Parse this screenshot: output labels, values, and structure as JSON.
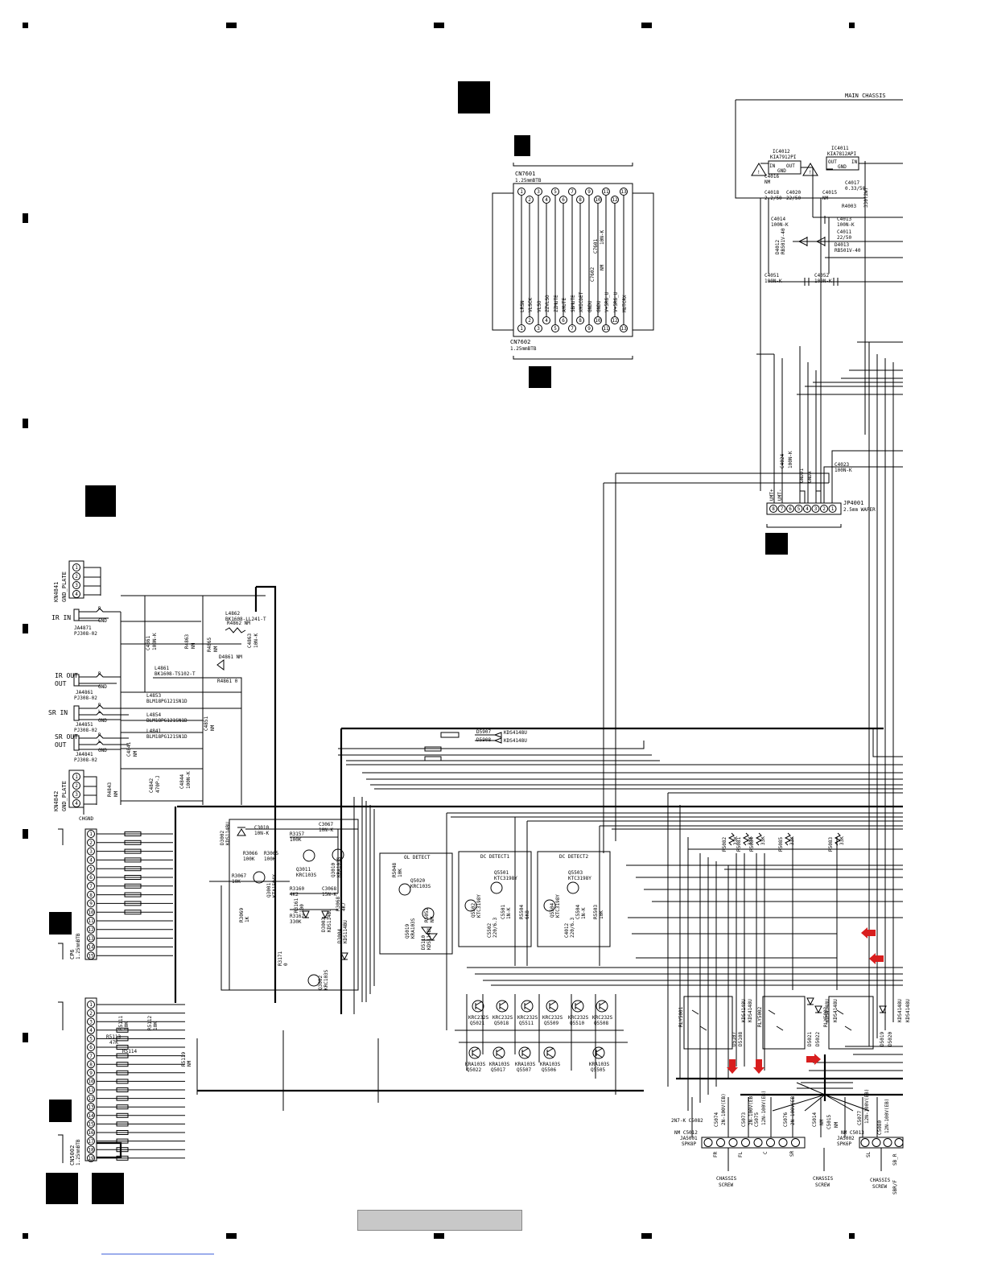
{
  "diagram": {
    "main_chassis": "MAIN CHASSIS",
    "cn7601": {
      "name": "CN7601",
      "type": "1.25mmBTB"
    },
    "cn7602": {
      "name": "CN7602",
      "type": "1.25mmBTB"
    },
    "cn7601_odd_pins": [
      "1",
      "3",
      "5",
      "7",
      "9",
      "11",
      "13"
    ],
    "cn7601_even_pins": [
      "2",
      "4",
      "6",
      "8",
      "10",
      "12"
    ],
    "cn7602_odd_pins": [
      "1",
      "3",
      "5",
      "7",
      "9",
      "11",
      "13"
    ],
    "cn7602_even_pins": [
      "2",
      "4",
      "6",
      "8",
      "10",
      "12"
    ],
    "cn76_signals": [
      "LRSN",
      "VLSCK",
      "VLSO",
      "ZZVLSO",
      "ZZMUTE",
      "AMUTE",
      "SBMUTE",
      "XMICDET",
      "GNDU",
      "GNDU",
      "V+5R6_U",
      "V+5R6_U",
      "MUTCRX"
    ],
    "cn76_parts": [
      "C7601",
      "10N-K",
      "C7602",
      "NM"
    ],
    "ic4012": {
      "name": "IC4012",
      "part": "KIA7912PI",
      "in": "IN",
      "out": "OUT",
      "gnd": "GND"
    },
    "ic4011": {
      "name": "IC4011",
      "part": "KIA7812API",
      "in": "IN",
      "out": "OUT",
      "gnd": "GND"
    },
    "power_parts": [
      {
        "ref": "C4016",
        "val": "NM"
      },
      {
        "ref": "C4018",
        "val": "2.2/50"
      },
      {
        "ref": "C4020",
        "val": "22/50"
      },
      {
        "ref": "C4015",
        "val": "NM"
      },
      {
        "ref": "C4017",
        "val": "0.33/50"
      },
      {
        "ref": "R4003",
        "val": "330(2W)"
      },
      {
        "ref": "C4014",
        "val": "100N-K"
      },
      {
        "ref": "C4013",
        "val": "100N-K"
      },
      {
        "ref": "C4011",
        "val": "22/50"
      },
      {
        "ref": "D4012",
        "val": "RB501V-40"
      },
      {
        "ref": "D4013",
        "val": "RB501V-40"
      },
      {
        "ref": "C4051",
        "val": "100N-K"
      },
      {
        "ref": "C4052",
        "val": "100N-K"
      },
      {
        "ref": "C4024",
        "val": "100N-K"
      },
      {
        "ref": "C4023",
        "val": "100N-K"
      }
    ],
    "jp4001": {
      "name": "JP4001",
      "type": "2.5mm WAFER",
      "pins": [
        "8",
        "7",
        "6",
        "5",
        "4",
        "3",
        "2",
        "1"
      ],
      "signals": [
        "UMT+",
        "UMT-",
        "GNDA",
        "GNDD1"
      ]
    },
    "kn4841": {
      "name": "KN4841",
      "desc": "GND_PLATE",
      "pins": [
        "1",
        "2",
        "3",
        "4"
      ]
    },
    "kn4842": {
      "name": "KN4842",
      "desc": "GND_PLATE",
      "pins": [
        "1",
        "2",
        "3",
        "4"
      ]
    },
    "ir_in": {
      "label": "IR IN",
      "jack": "JA4871",
      "part": "PJ308-02"
    },
    "ir_out": {
      "label": "IR OUT",
      "jack": "JA4861",
      "part": "PJ308-02"
    },
    "sr_in": {
      "label": "SR IN",
      "jack": "JA4851",
      "part": "PJ308-02"
    },
    "sr_out": {
      "label": "SR OUT",
      "jack": "JA4841",
      "part": "PJ308-02"
    },
    "jack_pins": {
      "r": "R",
      "l": "L",
      "gnd": "GND"
    },
    "ir_parts": [
      {
        "ref": "L4862",
        "val": "BK1608-LL241-T"
      },
      {
        "ref": "R4862",
        "val": "NM"
      },
      {
        "ref": "C4863",
        "val": "10N-K"
      },
      {
        "ref": "D4861",
        "val": "NM"
      },
      {
        "ref": "R4861",
        "val": "0"
      },
      {
        "ref": "L4861",
        "val": "BK1608-TS102-T"
      },
      {
        "ref": "L4853",
        "val": "BLM18PG121SN1D"
      },
      {
        "ref": "L4854",
        "val": "BLM18PG121SN1D"
      },
      {
        "ref": "L4841",
        "val": "BLM18PG121SN1D"
      },
      {
        "ref": "C4861",
        "val": "100N-K"
      },
      {
        "ref": "R4863",
        "val": "NM"
      },
      {
        "ref": "R4865",
        "val": "NM"
      },
      {
        "ref": "C4851",
        "val": "NM"
      },
      {
        "ref": "C4841",
        "val": "NM"
      },
      {
        "ref": "C4842",
        "val": "470P-J"
      },
      {
        "ref": "C4844",
        "val": "100N-K"
      },
      {
        "ref": "R4843",
        "val": "NM"
      }
    ],
    "chgnd": "CHGND",
    "cp6": {
      "name": "CP6",
      "type": "1.25mmBTB",
      "pins": [
        "1",
        "2",
        "3",
        "4",
        "5",
        "6",
        "7",
        "8",
        "9",
        "10",
        "11",
        "12",
        "13",
        "14",
        "15"
      ]
    },
    "cn5002": {
      "name": "CN5002",
      "type": "1.25mmBTB",
      "pins": [
        "1",
        "2",
        "3",
        "4",
        "5",
        "6",
        "7",
        "8",
        "9",
        "10",
        "11",
        "12",
        "13",
        "14",
        "15",
        "16",
        "17",
        "18",
        "19"
      ]
    },
    "cn5002_parts": [
      {
        "ref": "R5113",
        "val": "47K"
      },
      {
        "ref": "R5111",
        "val": "10K"
      },
      {
        "ref": "R5112",
        "val": "10K"
      },
      {
        "ref": "R5114",
        "val": ""
      },
      {
        "ref": "R5119",
        "val": "NM"
      }
    ],
    "protect_parts": [
      {
        "ref": "D3002",
        "val": "KDS114BU"
      },
      {
        "ref": "C3010",
        "val": "10N-K"
      },
      {
        "ref": "C3067",
        "val": "10N-K"
      },
      {
        "ref": "R3157",
        "val": "100K"
      },
      {
        "ref": "R3066",
        "val": "100K"
      },
      {
        "ref": "R3065",
        "val": "100K"
      },
      {
        "ref": "Q3011",
        "val": "KRC103S"
      },
      {
        "ref": "Q3010",
        "val": "KRA103S"
      },
      {
        "ref": "R3067",
        "val": "10K"
      },
      {
        "ref": "Q3001",
        "val": "KTA1504Y"
      },
      {
        "ref": "R3160",
        "val": "4K2"
      },
      {
        "ref": "C3068",
        "val": "15N-K"
      },
      {
        "ref": "R3069",
        "val": "1K"
      },
      {
        "ref": "R3161",
        "val": "100"
      },
      {
        "ref": "R3162",
        "val": "330K"
      },
      {
        "ref": "R3068",
        "val": "4K7"
      },
      {
        "ref": "D3003",
        "val": "KDS114BU"
      },
      {
        "ref": "D3004",
        "val": "KDS114BU"
      },
      {
        "ref": "R3171",
        "val": "0"
      },
      {
        "ref": "Q3002",
        "val": "KRC103S"
      }
    ],
    "ol_detect": "OL DETECT",
    "dc_detect1": "DC DETECT1",
    "dc_detect2": "DC DETECT2",
    "detect_parts": [
      {
        "ref": "R5048",
        "val": "10K"
      },
      {
        "ref": "Q5020",
        "val": "KRC103S"
      },
      {
        "ref": "Q5019",
        "val": "KRA103S"
      },
      {
        "ref": "R5052",
        "val": "NM"
      },
      {
        "ref": "D5110",
        "val": "KDS114BU"
      },
      {
        "ref": "Q5502",
        "val": "KTC3198Y"
      },
      {
        "ref": "Q5501",
        "val": "KTC3198Y"
      },
      {
        "ref": "C5502",
        "val": "220/6.3"
      },
      {
        "ref": "C5501",
        "val": "1N-K"
      },
      {
        "ref": "R5504",
        "val": "6K8"
      },
      {
        "ref": "Q5504",
        "val": "KTC3198Y"
      },
      {
        "ref": "Q5503",
        "val": "KTC3198Y"
      },
      {
        "ref": "C4012",
        "val": "220/6.3"
      },
      {
        "ref": "C5504",
        "val": "1N-K"
      },
      {
        "ref": "R5503",
        "val": "10K"
      }
    ],
    "diodes_top": [
      {
        "ref": "D5907",
        "val": "KDS4148U"
      },
      {
        "ref": "D5908",
        "val": "KDS4148U"
      }
    ],
    "relay_drivers_top": [
      {
        "ref": "Q5021",
        "val": "KRC232S"
      },
      {
        "ref": "Q5018",
        "val": "KRC232S"
      },
      {
        "ref": "Q5511",
        "val": "KRC232S"
      },
      {
        "ref": "Q5509",
        "val": "KRC232S"
      },
      {
        "ref": "Q5510",
        "val": "KRC232S"
      },
      {
        "ref": "Q5508",
        "val": "KRC232S"
      }
    ],
    "relay_drivers_bottom": [
      {
        "ref": "Q5022",
        "val": "KRA103S"
      },
      {
        "ref": "Q5017",
        "val": "KRA103S"
      },
      {
        "ref": "Q5507",
        "val": "KRA103S"
      },
      {
        "ref": "Q5506",
        "val": "KRA103S"
      },
      {
        "ref": "Q5505",
        "val": "KRA103S"
      }
    ],
    "relay_section": {
      "resistors": [
        {
          "ref": "R5082",
          "val": "33K"
        },
        {
          "ref": "R5081",
          "val": "33K"
        },
        {
          "ref": "R5084",
          "val": "33K"
        },
        {
          "ref": "R5085",
          "val": "33K"
        },
        {
          "ref": "R5083",
          "val": "33K"
        }
      ],
      "relays": [
        "RLY5001",
        "RLY5002",
        "RLY5003",
        "RLY5004"
      ],
      "diodes": [
        {
          "ref": "D5107",
          "val": "KDS4148U"
        },
        {
          "ref": "D5108",
          "val": "KDS4148U"
        },
        {
          "ref": "D5021",
          "val": "KDS4148U"
        },
        {
          "ref": "D5022",
          "val": "KDS4148U"
        },
        {
          "ref": "D5019",
          "val": "KDS4148U"
        },
        {
          "ref": "D5020",
          "val": "KDS4148U"
        }
      ],
      "caps": [
        {
          "ref": "C5074",
          "val": "2N-100V(EB)"
        },
        {
          "ref": "C5073",
          "val": "2N-100V(EB)"
        },
        {
          "ref": "C5075",
          "val": "12N-100V(EB)"
        },
        {
          "ref": "C5076",
          "val": "2N-100V(EB)"
        },
        {
          "ref": "C5082",
          "val": "2N7-K"
        },
        {
          "ref": "C5012",
          "val": "NM"
        },
        {
          "ref": "C5014",
          "val": "NM"
        },
        {
          "ref": "C5015",
          "val": "NM"
        },
        {
          "ref": "C5077",
          "val": "12N-100V(EB)"
        },
        {
          "ref": "C5080",
          "val": "12N-100V(EB)"
        },
        {
          "ref": "C5013",
          "val": "NM"
        }
      ]
    },
    "ja5001": {
      "name": "JA5001",
      "type": "SPK8P",
      "outputs": [
        "FR",
        "FL",
        "C",
        "SR"
      ]
    },
    "ja5002": {
      "name": "JA5002",
      "type": "SPK6P",
      "outputs": [
        "SL",
        "SB_R"
      ]
    },
    "chassis_screw": [
      "CHASSIS",
      "SCREW"
    ],
    "tall_labels": [
      "SBR/F",
      "B_R"
    ]
  },
  "colors": {
    "arrow": "#d81e1e",
    "line": "#000000",
    "bar": "#c8c8c8"
  }
}
